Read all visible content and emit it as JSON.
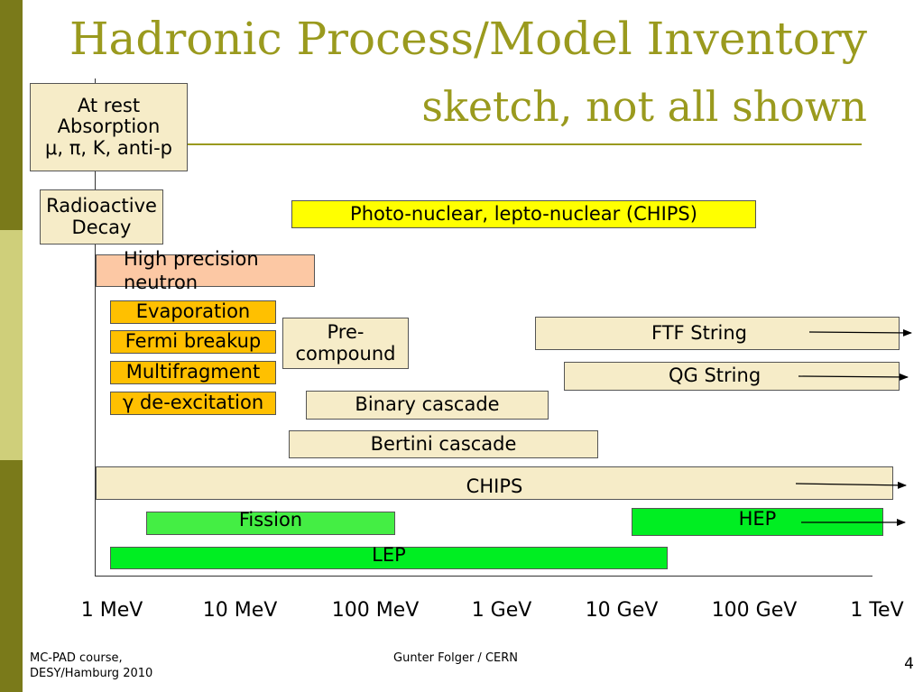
{
  "slide": {
    "title_line1": "Hadronic Process/Model  Inventory",
    "title_line2": "sketch, not all shown",
    "colors": {
      "title": "#9a9a1e",
      "sidebar_dark": "#7a7a1a",
      "sidebar_light": "#cfcf7a"
    }
  },
  "models": {
    "at_rest": {
      "line1": "At rest",
      "line2": "Absorption",
      "line3": "μ, π, K, anti-p"
    },
    "radioactive": {
      "line1": "Radioactive",
      "line2": "Decay"
    },
    "photonuclear": "Photo-nuclear, lepto-nuclear (CHIPS)",
    "high_precision": {
      "line1": "High precision",
      "line2": "neutron"
    },
    "evaporation": "Evaporation",
    "fermi": "Fermi breakup",
    "multifragment": "Multifragment",
    "gamma": "γ de-excitation",
    "precompound": {
      "line1": "Pre-",
      "line2": "compound"
    },
    "ftf": "FTF String",
    "qg": "QG String",
    "binary": "Binary cascade",
    "bertini": "Bertini cascade",
    "chips": "CHIPS",
    "fission": "Fission",
    "hep": "HEP",
    "lep": "LEP"
  },
  "axis": {
    "ticks": [
      "1 MeV",
      "10 MeV",
      "100 MeV",
      "1 GeV",
      "10 GeV",
      "100 GeV",
      "1 TeV"
    ]
  },
  "footer": {
    "course_line1": "MC-PAD course,",
    "course_line2": "DESY/Hamburg 2010",
    "author": "Gunter Folger / CERN",
    "page": "4"
  }
}
